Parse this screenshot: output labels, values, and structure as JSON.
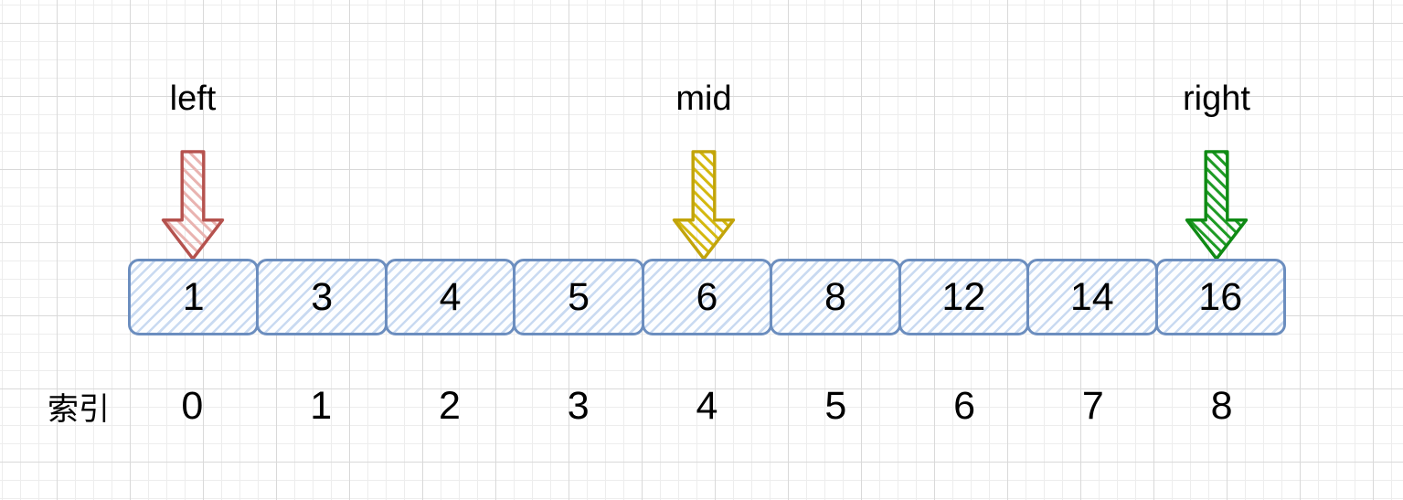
{
  "pointers": [
    {
      "label": "left",
      "stroke": "#b5524e",
      "hatch": "#e9b3b0",
      "points_to_index": 0
    },
    {
      "label": "mid",
      "stroke": "#c2a40a",
      "hatch": "#d4b80e",
      "points_to_index": 4
    },
    {
      "label": "right",
      "stroke": "#0f8a14",
      "hatch": "#1d9b24",
      "points_to_index": 8
    }
  ],
  "array": {
    "values": [
      "1",
      "3",
      "4",
      "5",
      "6",
      "8",
      "12",
      "14",
      "16"
    ]
  },
  "index_row": {
    "caption": "索引",
    "indices": [
      "0",
      "1",
      "2",
      "3",
      "4",
      "5",
      "6",
      "7",
      "8"
    ]
  },
  "colors": {
    "box_border": "#6c8ebf",
    "box_hatch": "#c9daf1",
    "grid_minor": "#ededed",
    "grid_major": "#d9d9d9",
    "text": "#000000"
  }
}
